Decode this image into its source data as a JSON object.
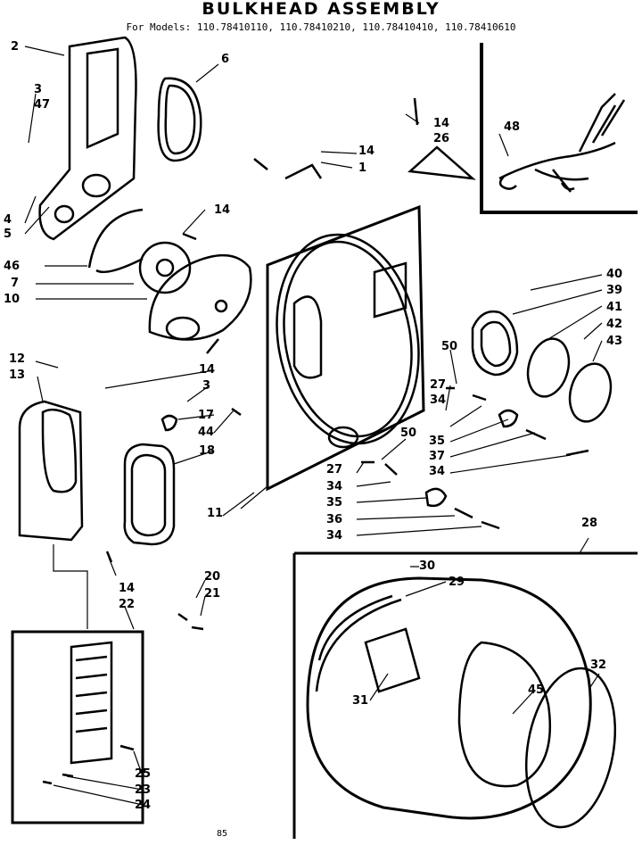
{
  "title": "BULKHEAD ASSEMBLY",
  "subtitle": "For Models: 110.78410110, 110.78410210, 110.78410410, 110.78410610",
  "callouts": [
    "2",
    "6",
    "3",
    "47",
    "14",
    "26",
    "48",
    "14",
    "1",
    "4",
    "5",
    "14",
    "46",
    "7",
    "10",
    "40",
    "39",
    "41",
    "42",
    "43",
    "50",
    "12",
    "13",
    "14",
    "3",
    "27",
    "34",
    "17",
    "44",
    "35",
    "18",
    "50",
    "37",
    "27",
    "34",
    "11",
    "34",
    "35",
    "36",
    "34",
    "28",
    "30",
    "29",
    "20",
    "21",
    "14",
    "22",
    "32",
    "31",
    "45",
    "25",
    "23",
    "24"
  ],
  "footer": "85"
}
